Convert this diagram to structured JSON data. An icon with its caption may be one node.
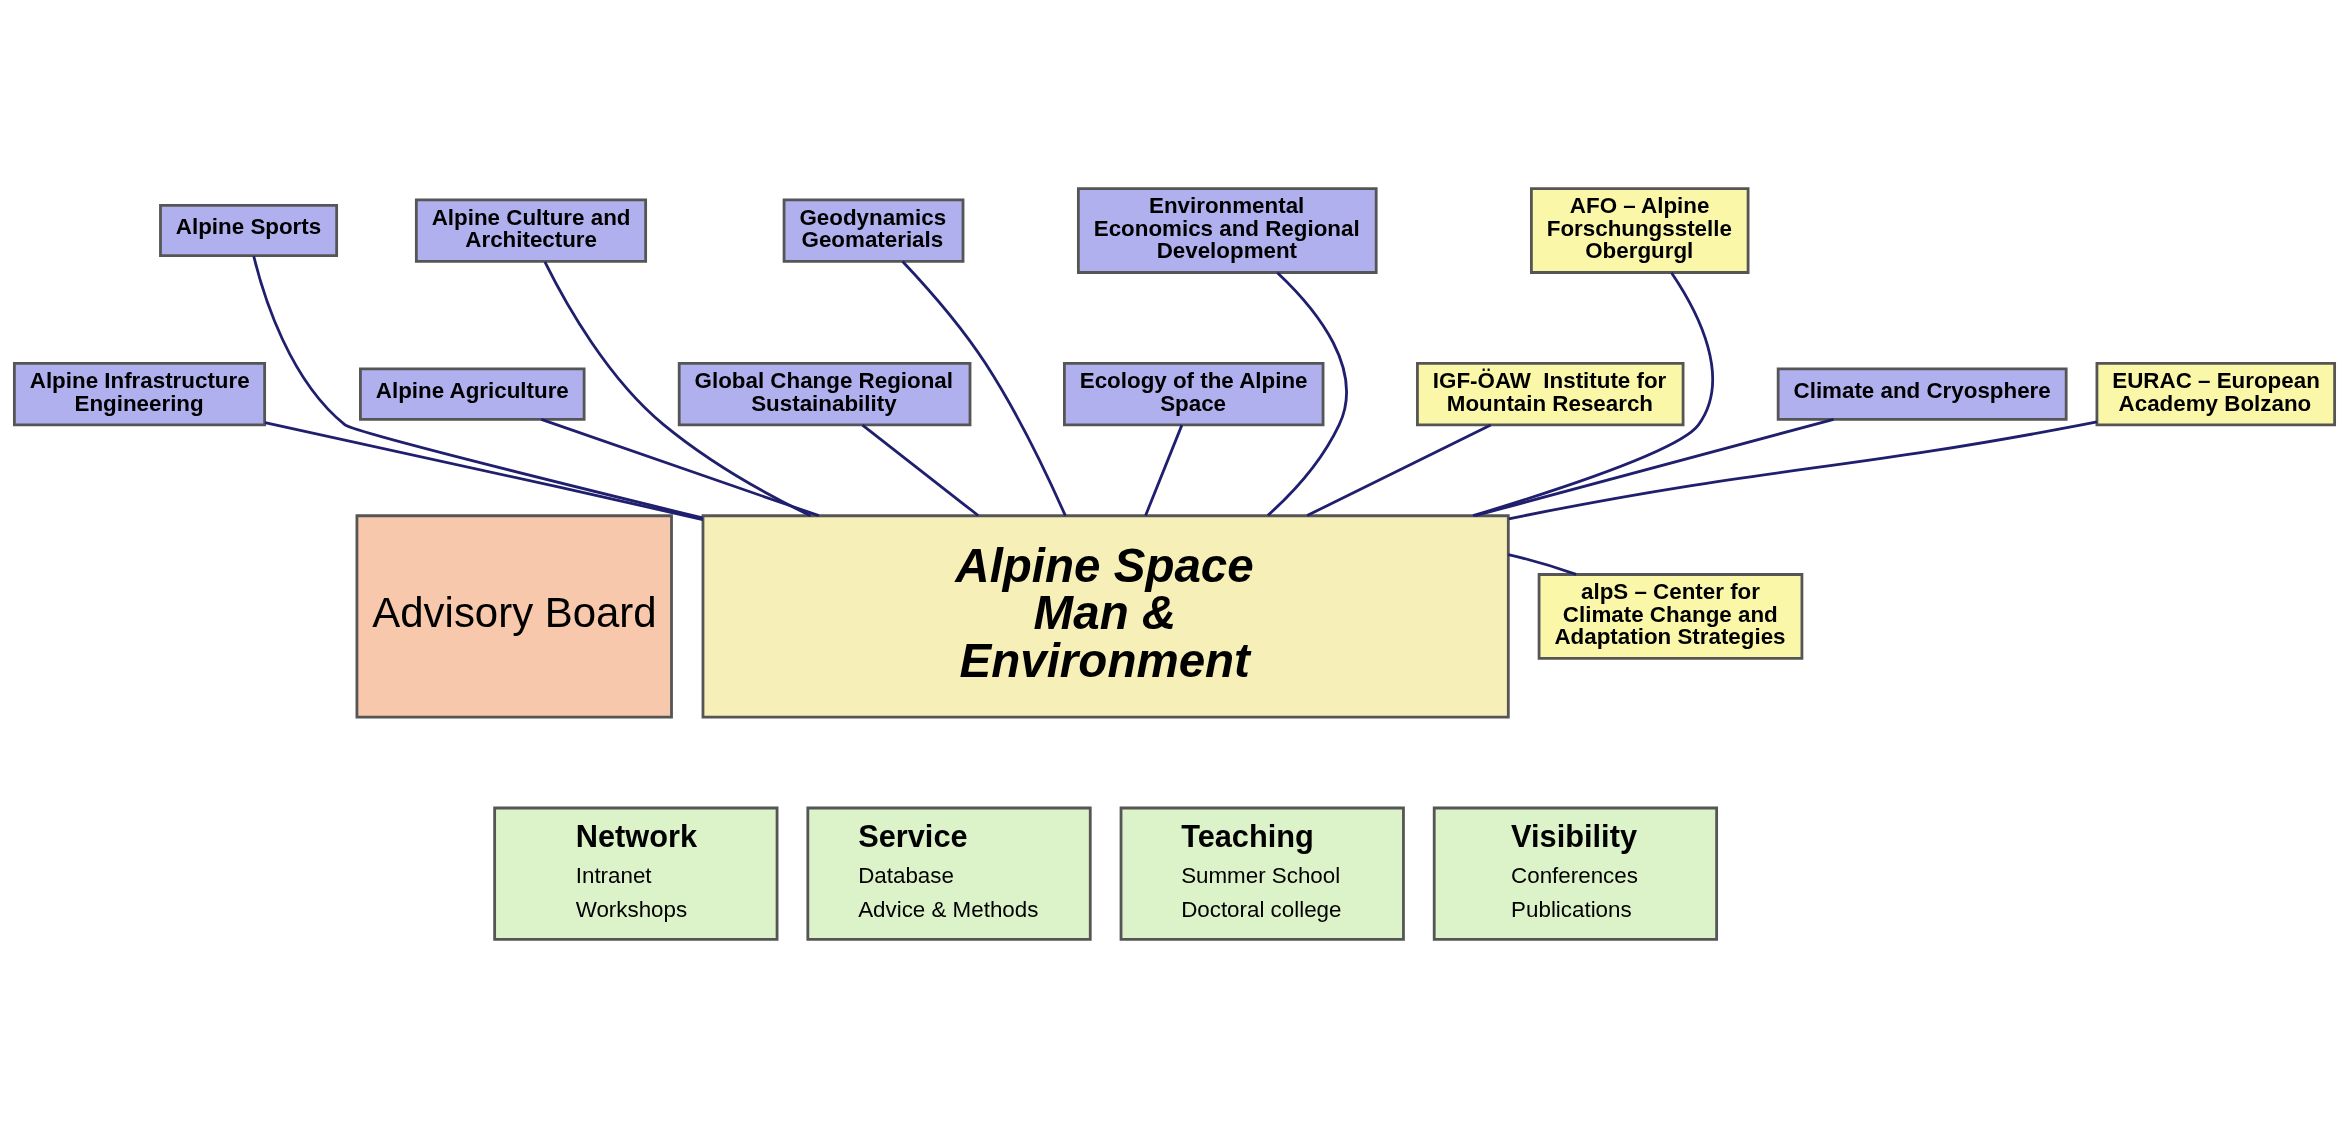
{
  "diagram": {
    "nodes": [
      {
        "text": [
          "Alpine Sports"
        ]
      },
      {
        "text": [
          "Alpine Culture and Architecture"
        ]
      },
      {
        "text": [
          "Geodynamics Geomaterials"
        ]
      },
      {
        "text": [
          "Environmental Economics and Regional Development"
        ]
      },
      {
        "text": [
          "AFO – Alpine Forschungsstelle Obergurgl"
        ]
      },
      {
        "text": [
          "Alpine Infrastructure Engineering"
        ]
      },
      {
        "text": [
          "Alpine Agriculture"
        ]
      },
      {
        "text": [
          "Global Change Regional Sustainability"
        ]
      },
      {
        "text": [
          "Ecology of the Alpine Space"
        ]
      },
      {
        "text": [
          "Climate and Cryosphere"
        ]
      },
      {
        "text": [
          "IGF-ÖAW  Institute for Mountain Research"
        ]
      },
      {
        "text": [
          "EURAC – European Academy Bolzano"
        ]
      },
      {
        "text": [
          "Advisory Board"
        ]
      },
      {
        "text": [
          "Alpine Space Man & Environment"
        ]
      },
      {
        "text": [
          "alpS – Center for Climate Change and Adaptation Strategies"
        ]
      },
      {
        "text": [
          "Network",
          "Intranet",
          "Workshops"
        ]
      },
      {
        "text": [
          "Service",
          "Database",
          "Advice & Methods"
        ]
      },
      {
        "text": [
          "Teaching",
          "Summer School",
          "Doctoral college"
        ]
      },
      {
        "text": [
          "Visibility",
          "Conferences",
          "Publications"
        ]
      }
    ],
    "edges": [
      {
        "from": 5,
        "to": 13,
        "arrow": "none"
      },
      {
        "from": 0,
        "to": 13,
        "arrow": "none"
      },
      {
        "from": 6,
        "to": 13,
        "arrow": "none"
      },
      {
        "from": 1,
        "to": 13,
        "arrow": "none"
      },
      {
        "from": 7,
        "to": 13,
        "arrow": "none"
      },
      {
        "from": 2,
        "to": 13,
        "arrow": "none"
      },
      {
        "from": 8,
        "to": 13,
        "arrow": "none"
      },
      {
        "from": 3,
        "to": 13,
        "arrow": "none"
      },
      {
        "from": 9,
        "to": 13,
        "arrow": "none"
      },
      {
        "from": 4,
        "to": 13,
        "arrow": "none"
      },
      {
        "from": 10,
        "to": 13,
        "arrow": "none"
      },
      {
        "from": 11,
        "to": 13,
        "arrow": "none"
      },
      {
        "from": 14,
        "to": 13,
        "arrow": "none"
      }
    ]
  }
}
